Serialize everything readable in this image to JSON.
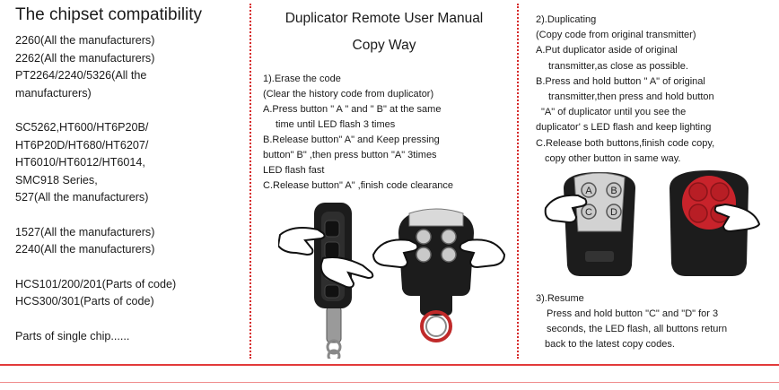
{
  "left_panel": {
    "title": "The chipset compatibility",
    "chips": [
      "2260(All the manufacturers)",
      "2262(All the manufacturers)",
      "PT2264/2240/5326(All the",
      "manufacturers)",
      "",
      "SC5262,HT600/HT6P20B/",
      "HT6P20D/HT680/HT6207/",
      "HT6010/HT6012/HT6014,",
      "SMC918 Series,",
      "527(All the manufacturers)",
      "",
      "1527(All the manufacturers)",
      "2240(All the manufacturers)",
      "",
      "HCS101/200/201(Parts of code)",
      "HCS300/301(Parts of code)",
      "",
      "Parts of single chip......"
    ]
  },
  "middle_panel": {
    "title": "Duplicator Remote User Manual",
    "subtitle": "Copy  Way",
    "lines": [
      "1).Erase the code",
      "(Clear the history code from duplicator)",
      "A.Press button \" A \" and \"  B\"  at the same",
      "time until LED flash 3 times",
      "B.Release button\" A\" and Keep pressing",
      "button\" B\"  ,then press button    \"A\" 3times",
      "LED flash fast",
      "C.Release button\" A\" ,finish code clearance"
    ]
  },
  "right_panel": {
    "dup_lines": [
      "2).Duplicating",
      "(Copy code from original transmitter)",
      "A.Put duplicator aside of original",
      "transmitter,as close as possible.",
      "B.Press and hold button \" A\"  of original",
      "transmitter,then press and hold button",
      "\"A\"  of duplicator until you see the",
      "duplicator'    s LED flash and keep lighting",
      "C.Release both buttons,finish code copy,",
      "copy other button in same way."
    ],
    "resume_lines": [
      "3).Resume",
      "Press and hold button   \"C\" and    \"D\"  for 3",
      "seconds,     the LED flash,    all buttons return",
      "back  to the latest copy codes."
    ],
    "button_letters": [
      "A",
      "B",
      "C",
      "D"
    ]
  },
  "colors": {
    "divider": "#d62a2a",
    "remote_black": "#1c1c1c",
    "remote_red": "#c8232b",
    "button_silver": "#c9c9c9"
  }
}
